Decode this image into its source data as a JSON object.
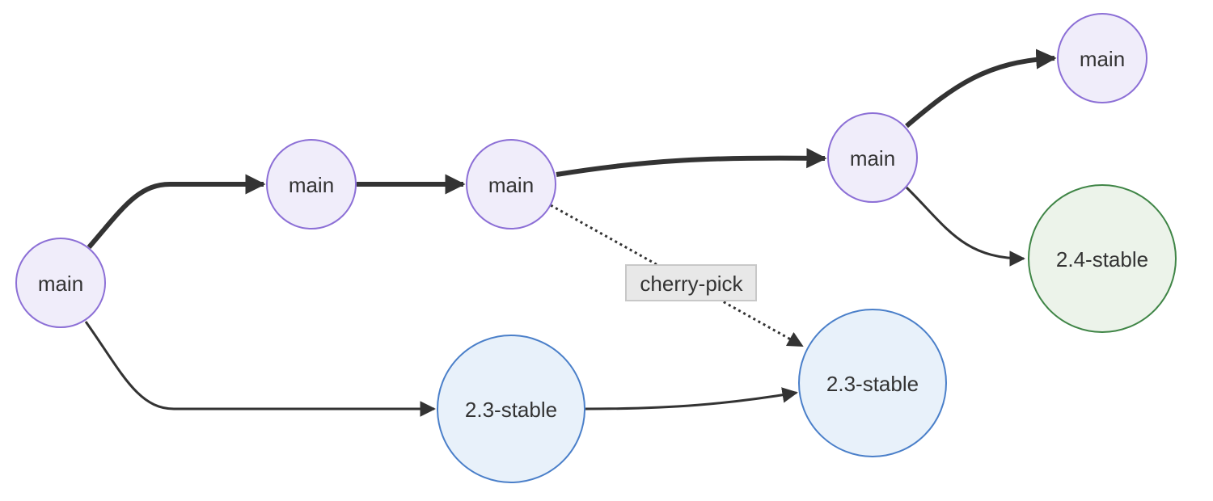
{
  "diagram": {
    "nodes": [
      {
        "id": "n1",
        "label": "main",
        "style": "main"
      },
      {
        "id": "n2",
        "label": "main",
        "style": "main"
      },
      {
        "id": "n3",
        "label": "main",
        "style": "main"
      },
      {
        "id": "n4",
        "label": "main",
        "style": "main"
      },
      {
        "id": "n5",
        "label": "main",
        "style": "main"
      },
      {
        "id": "n6",
        "label": "2.3-stable",
        "style": "stable23"
      },
      {
        "id": "n7",
        "label": "2.3-stable",
        "style": "stable23"
      },
      {
        "id": "n8",
        "label": "2.4-stable",
        "style": "stable24"
      }
    ],
    "edges": [
      {
        "from": "n1",
        "to": "n2",
        "kind": "thick"
      },
      {
        "from": "n2",
        "to": "n3",
        "kind": "thick"
      },
      {
        "from": "n3",
        "to": "n4",
        "kind": "thick"
      },
      {
        "from": "n4",
        "to": "n5",
        "kind": "thick"
      },
      {
        "from": "n1",
        "to": "n6",
        "kind": "normal"
      },
      {
        "from": "n6",
        "to": "n7",
        "kind": "normal"
      },
      {
        "from": "n4",
        "to": "n8",
        "kind": "normal"
      },
      {
        "from": "n3",
        "to": "n7",
        "kind": "dotted",
        "label": "cherry-pick"
      }
    ],
    "styles": {
      "main": {
        "fill": "#f0edfa",
        "stroke": "#8c6fd6"
      },
      "stable23": {
        "fill": "#e8f1fa",
        "stroke": "#4a7fc9"
      },
      "stable24": {
        "fill": "#ecf3ea",
        "stroke": "#3f8546"
      }
    },
    "edge_color": "#333333",
    "edge_label_bg": "#e8e8e8"
  }
}
